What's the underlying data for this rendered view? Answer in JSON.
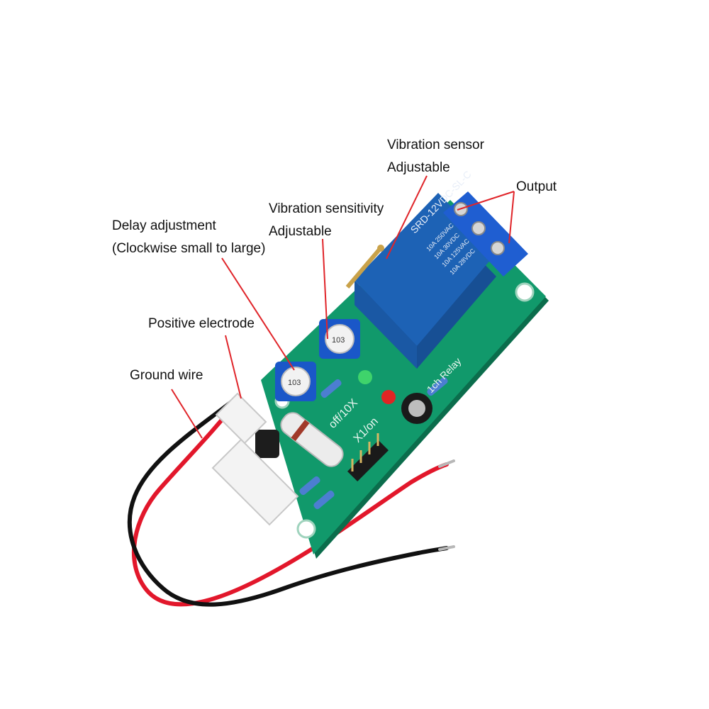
{
  "labels": {
    "vibration_sensor": {
      "line1": "Vibration sensor",
      "line2": "Adjustable"
    },
    "output": "Output",
    "vibration_sensitivity": {
      "line1": "Vibration sensitivity",
      "line2": "Adjustable"
    },
    "delay_adjustment": {
      "line1": "Delay adjustment",
      "line2": "(Clockwise small to large)"
    },
    "positive_electrode": "Positive electrode",
    "ground_wire": "Ground wire"
  },
  "board_markings": {
    "relay_top": "SRD-12VDC-SL-C",
    "relay_ratings": [
      "10A 250VAC",
      "10A 30VDC",
      "10A 125VAC",
      "10A 28VDC"
    ],
    "pot_code": "103",
    "switch_left": "off/10X",
    "switch_right": "X1/on",
    "relay_channel": "1ch Relay"
  },
  "colors": {
    "pcb": "#11996b",
    "relay": "#1d62b5",
    "terminal": "#1f5ed1",
    "pointer": "#e0252a",
    "wire_red": "#e2172b",
    "wire_black": "#111111"
  }
}
